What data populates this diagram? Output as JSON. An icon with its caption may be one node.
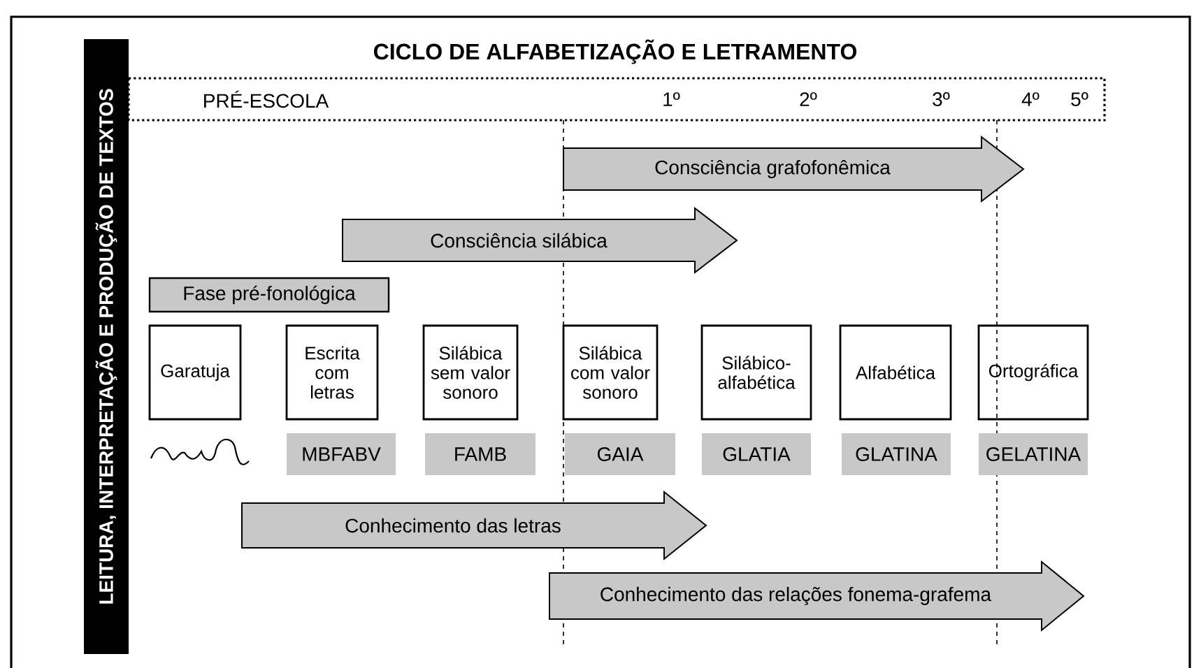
{
  "diagram": {
    "title": "CICLO DE ALFABETIZAÇÃO E LETRAMENTO",
    "nodes": [
      {
        "text": [
          "LEITURA, INTERPRETAÇÃO E PRODUÇÃO DE TEXTOS"
        ]
      },
      {
        "text": [
          "PRÉ-ESCOLA",
          "1º",
          "2º",
          "3º",
          "4º",
          "5º"
        ]
      },
      {
        "text": [
          "Consciência grafofonêmica"
        ]
      },
      {
        "text": [
          "Consciência silábica"
        ]
      },
      {
        "text": [
          "Fase pré-fonológica"
        ]
      },
      {
        "text": [
          "Garatuja"
        ]
      },
      {
        "text": [
          "Escrita com letras"
        ]
      },
      {
        "text": [
          "Silábica sem valor sonoro"
        ]
      },
      {
        "text": [
          "Silábica com valor sonoro"
        ]
      },
      {
        "text": [
          "Silábico-alfabética"
        ]
      },
      {
        "text": [
          "Alfabética"
        ]
      },
      {
        "text": [
          "Ortográfica"
        ]
      },
      {
        "text": [
          "MBFABV"
        ]
      },
      {
        "text": [
          "FAMB"
        ]
      },
      {
        "text": [
          "GAIA"
        ]
      },
      {
        "text": [
          "GLATIA"
        ]
      },
      {
        "text": [
          "GLATINA"
        ]
      },
      {
        "text": [
          "GELATINA"
        ]
      },
      {
        "text": [
          "Conhecimento das letras"
        ]
      },
      {
        "text": [
          "Conhecimento das relações fonema-grafema"
        ]
      }
    ],
    "edges": []
  }
}
